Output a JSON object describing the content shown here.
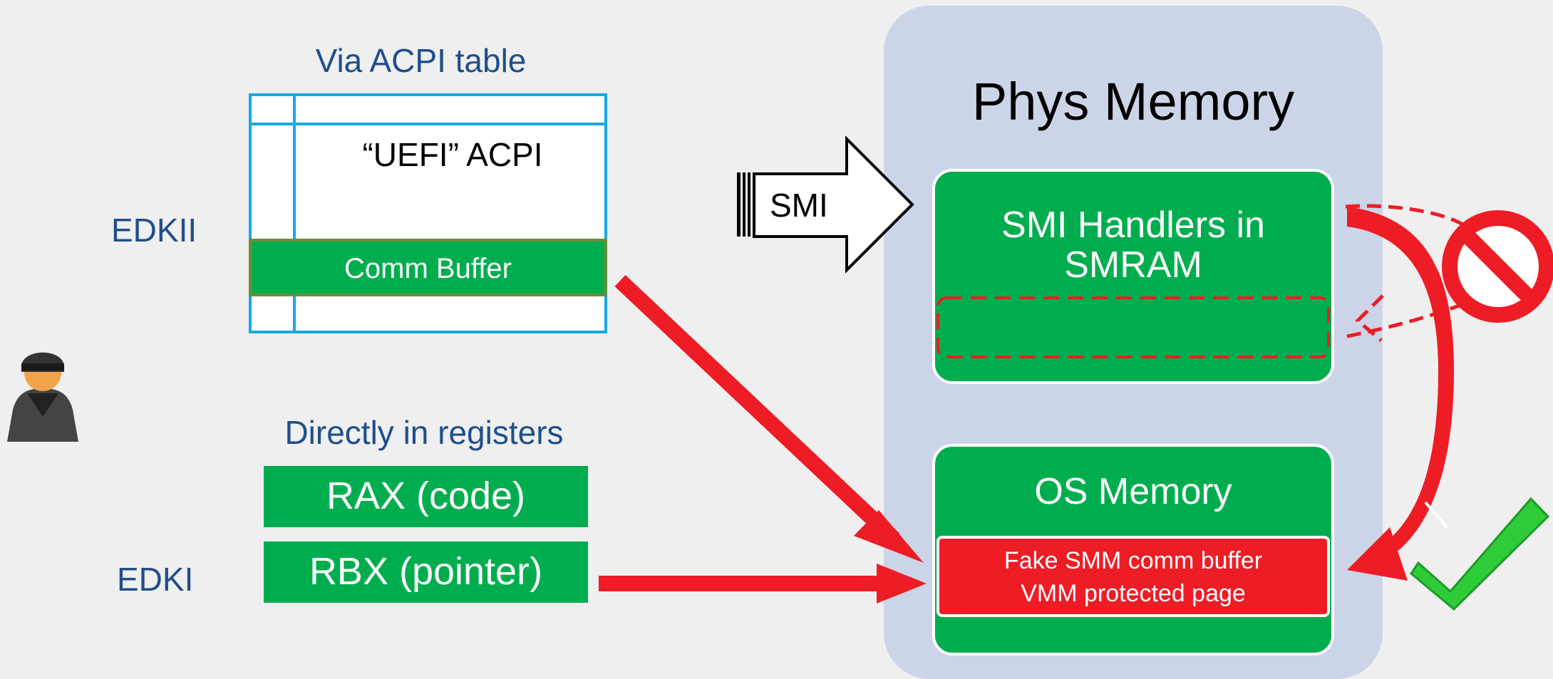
{
  "left": {
    "via_acpi_label": "Via ACPI table",
    "acpi_table_label": "“UEFI” ACPI",
    "comm_buffer_label": "Comm Buffer",
    "edkii_label": "EDKII",
    "directly_label": "Directly in registers",
    "rax_label": "RAX (code)",
    "rbx_label": "RBX (pointer)",
    "edki_label": "EDKI"
  },
  "arrow": {
    "smi_label": "SMI"
  },
  "phys_memory": {
    "title": "Phys Memory",
    "smi_handlers_line1": "SMI Handlers in",
    "smi_handlers_line2": "SMRAM",
    "os_memory_title": "OS Memory",
    "fake_line1": "Fake SMM comm buffer",
    "fake_line2": "VMM protected page"
  },
  "colors": {
    "background": "#efefef",
    "panel": "#ccd5e8",
    "green": "#00ad4e",
    "red": "#ee1c25",
    "blue_text": "#1f4e8c",
    "table_border": "#17a8e3"
  },
  "icons": [
    "attacker-icon",
    "prohibited-icon",
    "checkmark-icon"
  ]
}
